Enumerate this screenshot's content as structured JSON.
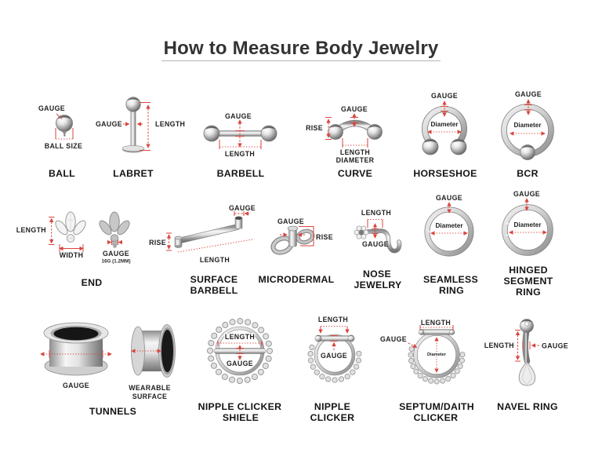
{
  "title": "How to Measure Body Jewelry",
  "colors": {
    "annotation": "#d9463d",
    "label_text": "#222222",
    "name_text": "#141414",
    "title_text": "#333333",
    "metal_light": "#f2f2f2",
    "metal_dark": "#6f6f6f"
  },
  "items": {
    "ball": {
      "name": "BALL",
      "gauge": "GAUGE",
      "ball_size": "BALL SIZE"
    },
    "labret": {
      "name": "LABRET",
      "gauge": "GAUGE",
      "length": "LENGTH"
    },
    "barbell": {
      "name": "BARBELL",
      "gauge": "GAUGE",
      "length": "LENGTH"
    },
    "curve": {
      "name": "CURVE",
      "gauge": "GAUGE",
      "rise": "RISE",
      "length": "LENGTH",
      "diameter": "DIAMETER"
    },
    "horseshoe": {
      "name": "HORSESHOE",
      "gauge": "GAUGE",
      "diameter": "Diameter"
    },
    "bcr": {
      "name": "BCR",
      "gauge": "GAUGE",
      "diameter": "Diameter"
    },
    "end": {
      "name": "END",
      "length": "LENGTH",
      "width": "WIDTH",
      "gauge": "GAUGE",
      "gauge_detail": "16G (1.2MM)"
    },
    "surface_barbell": {
      "name_line1": "SURFACE",
      "name_line2": "BARBELL",
      "gauge": "GAUGE",
      "rise": "RISE",
      "length": "LENGTH"
    },
    "microdermal": {
      "name": "MICRODERMAL",
      "gauge": "GAUGE",
      "rise": "RISE"
    },
    "nose_jewelry": {
      "name_line1": "NOSE",
      "name_line2": "JEWELRY",
      "length": "LENGTH",
      "gauge": "GAUGE"
    },
    "seamless_ring": {
      "name_line1": "SEAMLESS",
      "name_line2": "RING",
      "gauge": "GAUGE",
      "diameter": "Diameter"
    },
    "hinged_segment_ring": {
      "name_line1": "HINGED",
      "name_line2": "SEGMENT",
      "name_line3": "RING",
      "gauge": "GAUGE",
      "diameter": "Diameter"
    },
    "tunnels": {
      "name": "TUNNELS",
      "gauge": "GAUGE",
      "wearable_line1": "WEARABLE",
      "wearable_line2": "SURFACE"
    },
    "nipple_clicker_shield": {
      "name_line1": "NIPPLE CLICKER",
      "name_line2": "SHIELE",
      "length": "LENGTH",
      "gauge": "GAUGE"
    },
    "nipple_clicker": {
      "name_line1": "NIPPLE",
      "name_line2": "CLICKER",
      "length": "LENGTH",
      "gauge": "GAUGE"
    },
    "septum_daith_clicker": {
      "name_line1": "SEPTUM/DAITH",
      "name_line2": "CLICKER",
      "gauge": "GAUGE",
      "length": "LENGTH",
      "diameter": "Diameter"
    },
    "navel_ring": {
      "name": "NAVEL RING",
      "length": "LENGTH",
      "gauge": "GAUGE"
    }
  }
}
